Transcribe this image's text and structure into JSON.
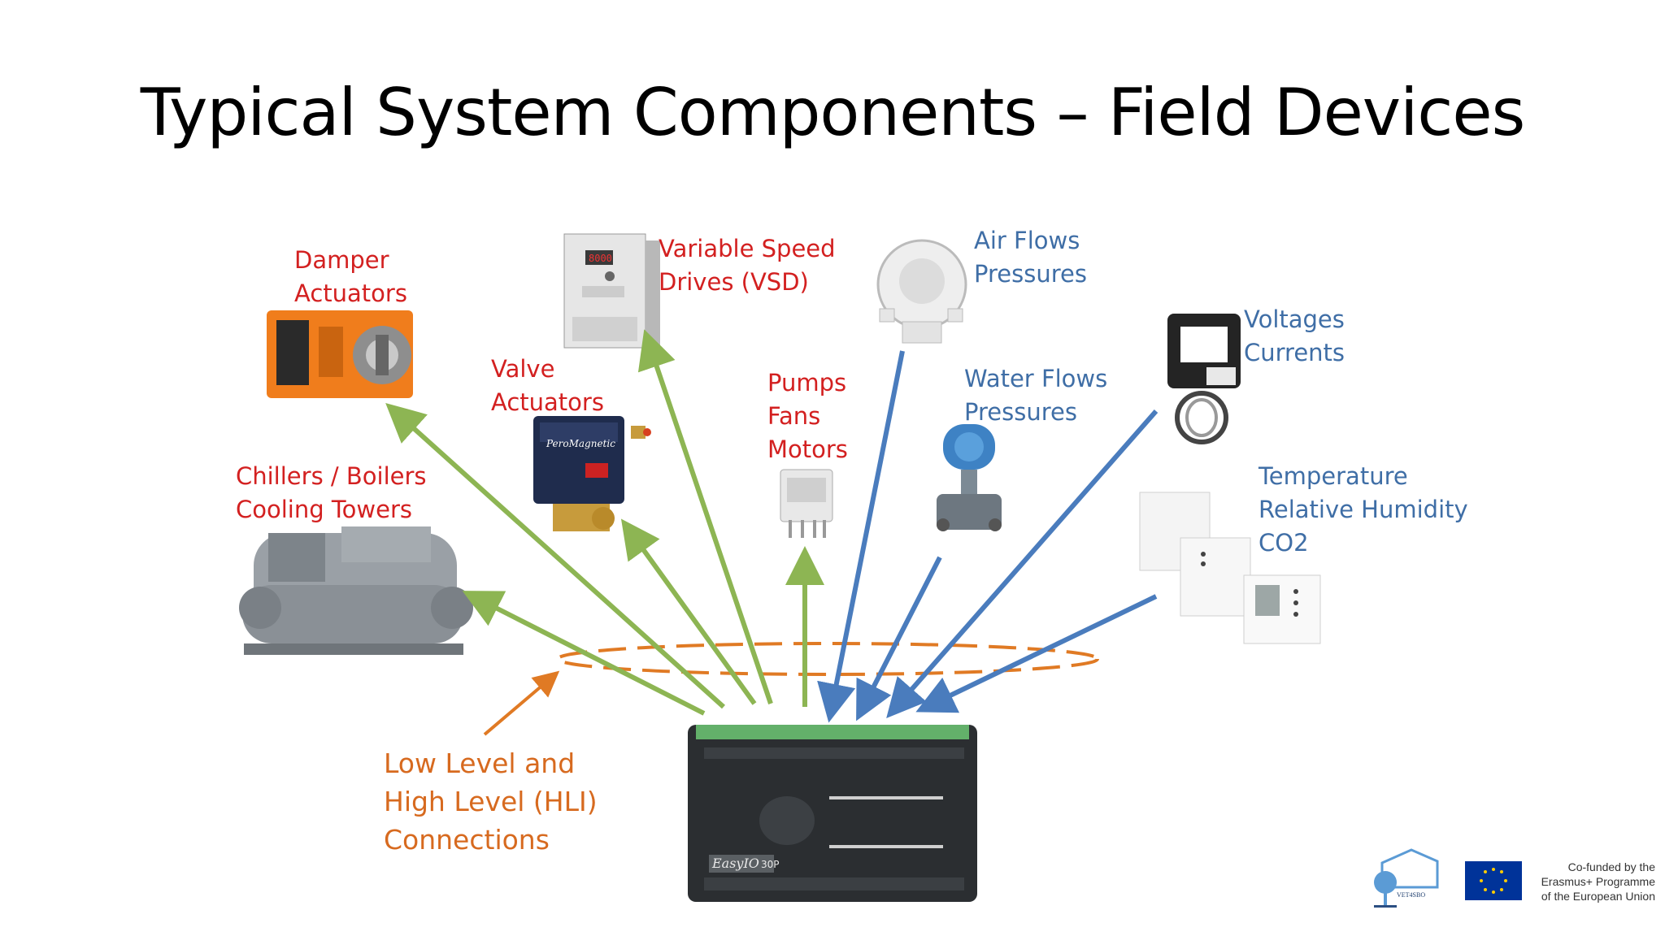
{
  "slide": {
    "title": "Typical System Components – Field Devices"
  },
  "devices": {
    "damper": {
      "lines": [
        "Damper",
        "Actuators"
      ],
      "color": "#d32020"
    },
    "vsd": {
      "lines": [
        "Variable Speed",
        "Drives (VSD)"
      ],
      "color": "#d32020"
    },
    "valve": {
      "lines": [
        "Valve",
        "Actuators"
      ],
      "color": "#d32020"
    },
    "pumps": {
      "lines": [
        "Pumps",
        "Fans",
        "Motors"
      ],
      "color": "#d32020"
    },
    "chillers": {
      "lines": [
        "Chillers / Boilers",
        "Cooling Towers"
      ],
      "color": "#d32020"
    },
    "air": {
      "lines": [
        "Air Flows",
        "Pressures"
      ],
      "color": "#3f6ea6"
    },
    "water": {
      "lines": [
        "Water Flows",
        "Pressures"
      ],
      "color": "#3f6ea6"
    },
    "voltages": {
      "lines": [
        "Voltages",
        "Currents"
      ],
      "color": "#3f6ea6"
    },
    "temperature": {
      "lines": [
        "Temperature",
        "Relative Humidity",
        "CO2"
      ],
      "color": "#3f6ea6"
    }
  },
  "connections": {
    "lines": [
      "Low Level and",
      "High Level (HLI)",
      "Connections"
    ],
    "color": "#d76a1f"
  },
  "controller": {
    "brand": "EasyIO",
    "model": "30P"
  },
  "footer": {
    "project_logo": "VET4SBO",
    "funding_lines": [
      "Co-funded by the",
      "Erasmus+ Programme",
      "of the European Union"
    ]
  },
  "colors": {
    "output_arrows": "#8db553",
    "input_arrows": "#4a7cbd",
    "connection_ring": "#e07a24"
  }
}
